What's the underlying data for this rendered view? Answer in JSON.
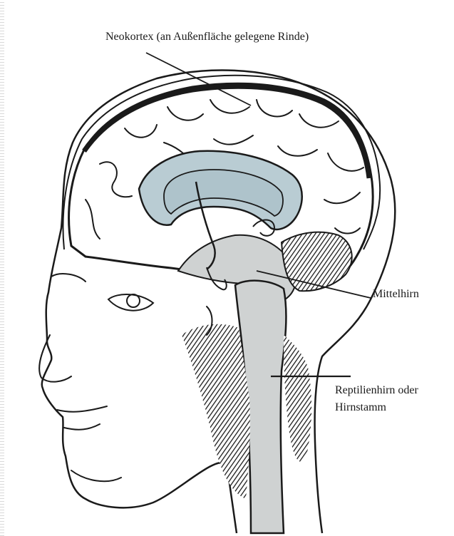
{
  "labels": {
    "neokortex": "Neokortex (an Außenfläche gelegene Rinde)",
    "mittelhirn": "Mittelhirn",
    "reptilienhirn_line1": "Reptilienhirn oder",
    "reptilienhirn_line2": "Hirnstamm"
  },
  "colors": {
    "ink": "#1a1a1a",
    "limbic_fill": "#b9ccd3",
    "shade_fill": "#cfd2d2",
    "paper": "#ffffff"
  }
}
